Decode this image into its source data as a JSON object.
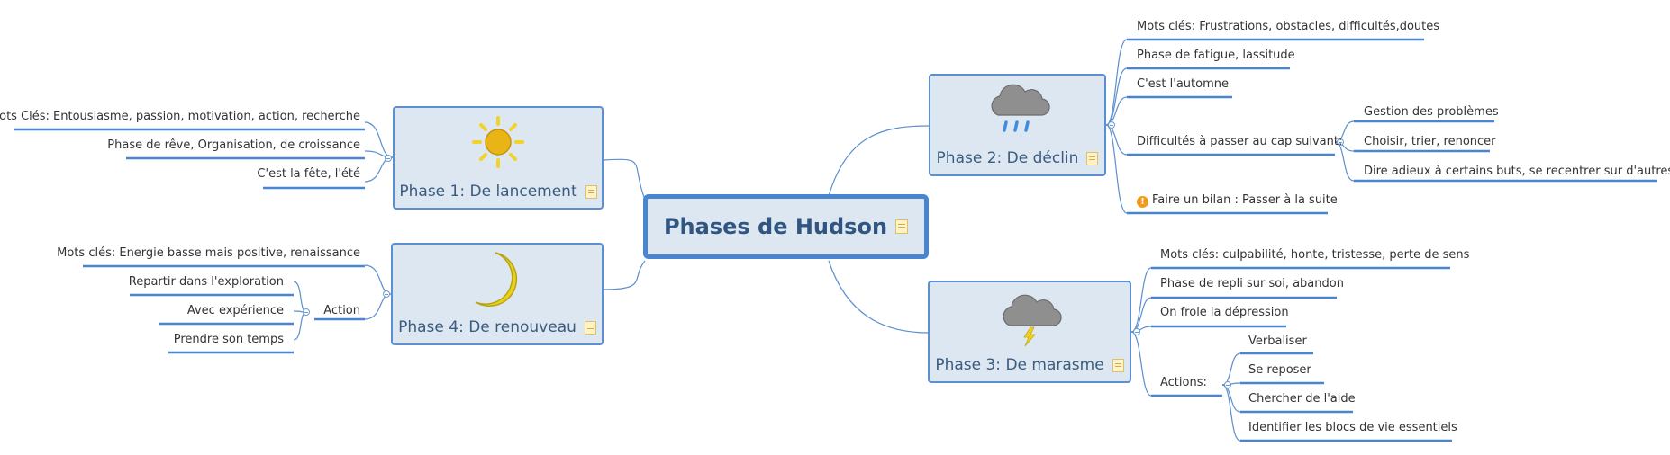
{
  "center": {
    "title": "Phases de Hudson"
  },
  "phase1": {
    "title": "Phase 1: De lancement",
    "icon": "sun-icon",
    "items": [
      "Mots Clés: Entousiasme, passion, motivation, action, recherche",
      "Phase de rêve, Organisation, de croissance",
      "C'est la fête, l'été"
    ]
  },
  "phase2": {
    "title": "Phase 2: De déclin",
    "icon": "rain-cloud-icon",
    "items": [
      "Mots clés: Frustrations, obstacles, difficultés,doutes",
      "Phase de fatigue, lassitude",
      "C'est l'automne",
      "Difficultés à passer au cap suivant:",
      "Faire un bilan : Passer à la suite"
    ],
    "sub": [
      "Gestion des problèmes",
      "Choisir, trier, renoncer",
      "Dire adieux à certains buts, se recentrer sur d'autres"
    ]
  },
  "phase3": {
    "title": "Phase 3: De marasme",
    "icon": "storm-cloud-icon",
    "items": [
      "Mots clés: culpabilité, honte, tristesse, perte de sens",
      "Phase de repli sur soi, abandon",
      "On frole la dépression",
      "Actions:"
    ],
    "sub": [
      "Verbaliser",
      "Se reposer",
      "Chercher de l'aide",
      "Identifier les blocs de vie essentiels"
    ]
  },
  "phase4": {
    "title": "Phase 4: De renouveau",
    "icon": "crescent-moon-icon",
    "items": [
      "Mots clés: Energie basse mais positive, renaissance",
      "Action"
    ],
    "sub": [
      "Repartir dans l'exploration",
      "Avec expérience",
      "Prendre son temps"
    ]
  },
  "colors": {
    "branch": "#4a86cf",
    "nodeFill": "#dde7f2",
    "nodeBorder": "#5b8fd0"
  }
}
